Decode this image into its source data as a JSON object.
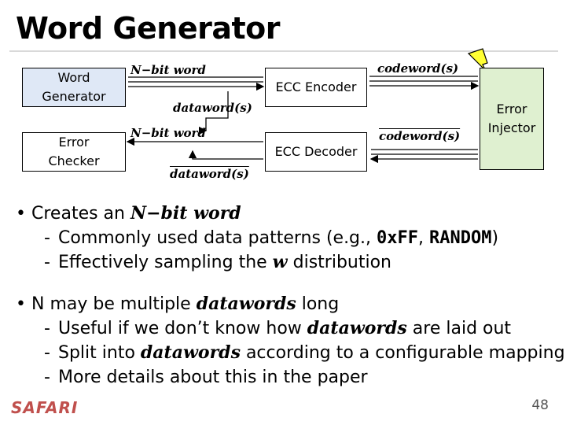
{
  "title": "Word Generator",
  "diagram": {
    "boxes": {
      "word_generator": "Word\nGenerator",
      "error_checker": "Error\nChecker",
      "ecc_encoder": "ECC Encoder",
      "ecc_decoder": "ECC Decoder",
      "error_injector": "Error\nInjector"
    },
    "labels": {
      "nbit_word_top": "N−bit word",
      "dataword_top": "dataword(s)",
      "codeword_top": "codeword(s)",
      "nbit_word_bottom": "N−bit word",
      "dataword_bottom": "dataword(s)",
      "codeword_bottom": "codeword(s)"
    }
  },
  "bullets": [
    {
      "prefix": "Creates an ",
      "emph": "N−bit word",
      "suffix": "",
      "subs": [
        {
          "pre": "Commonly used data patterns (e.g., ",
          "code1": "0xFF",
          "mid": ", ",
          "code2": "RANDOM",
          "post": ")"
        },
        {
          "pre": "Effectively sampling the ",
          "emph": "w",
          "post": " distribution"
        }
      ]
    },
    {
      "prefix": "N may be multiple ",
      "emph": "datawords",
      "suffix": " long",
      "subs": [
        {
          "pre": "Useful if we don’t know how ",
          "emph": "datawords",
          "post": " are laid out"
        },
        {
          "pre": "Split into ",
          "emph": "datawords",
          "post": " according to a configurable mapping"
        },
        {
          "pre": "More details about this in the paper"
        }
      ]
    }
  ],
  "footer": {
    "logo": "SAFARI",
    "page_number": "48"
  },
  "colors": {
    "word_generator_fill": "#dfe8f6",
    "error_injector_fill": "#dff0d0",
    "lightning": "#ffff33",
    "logo": "#c0504d"
  }
}
